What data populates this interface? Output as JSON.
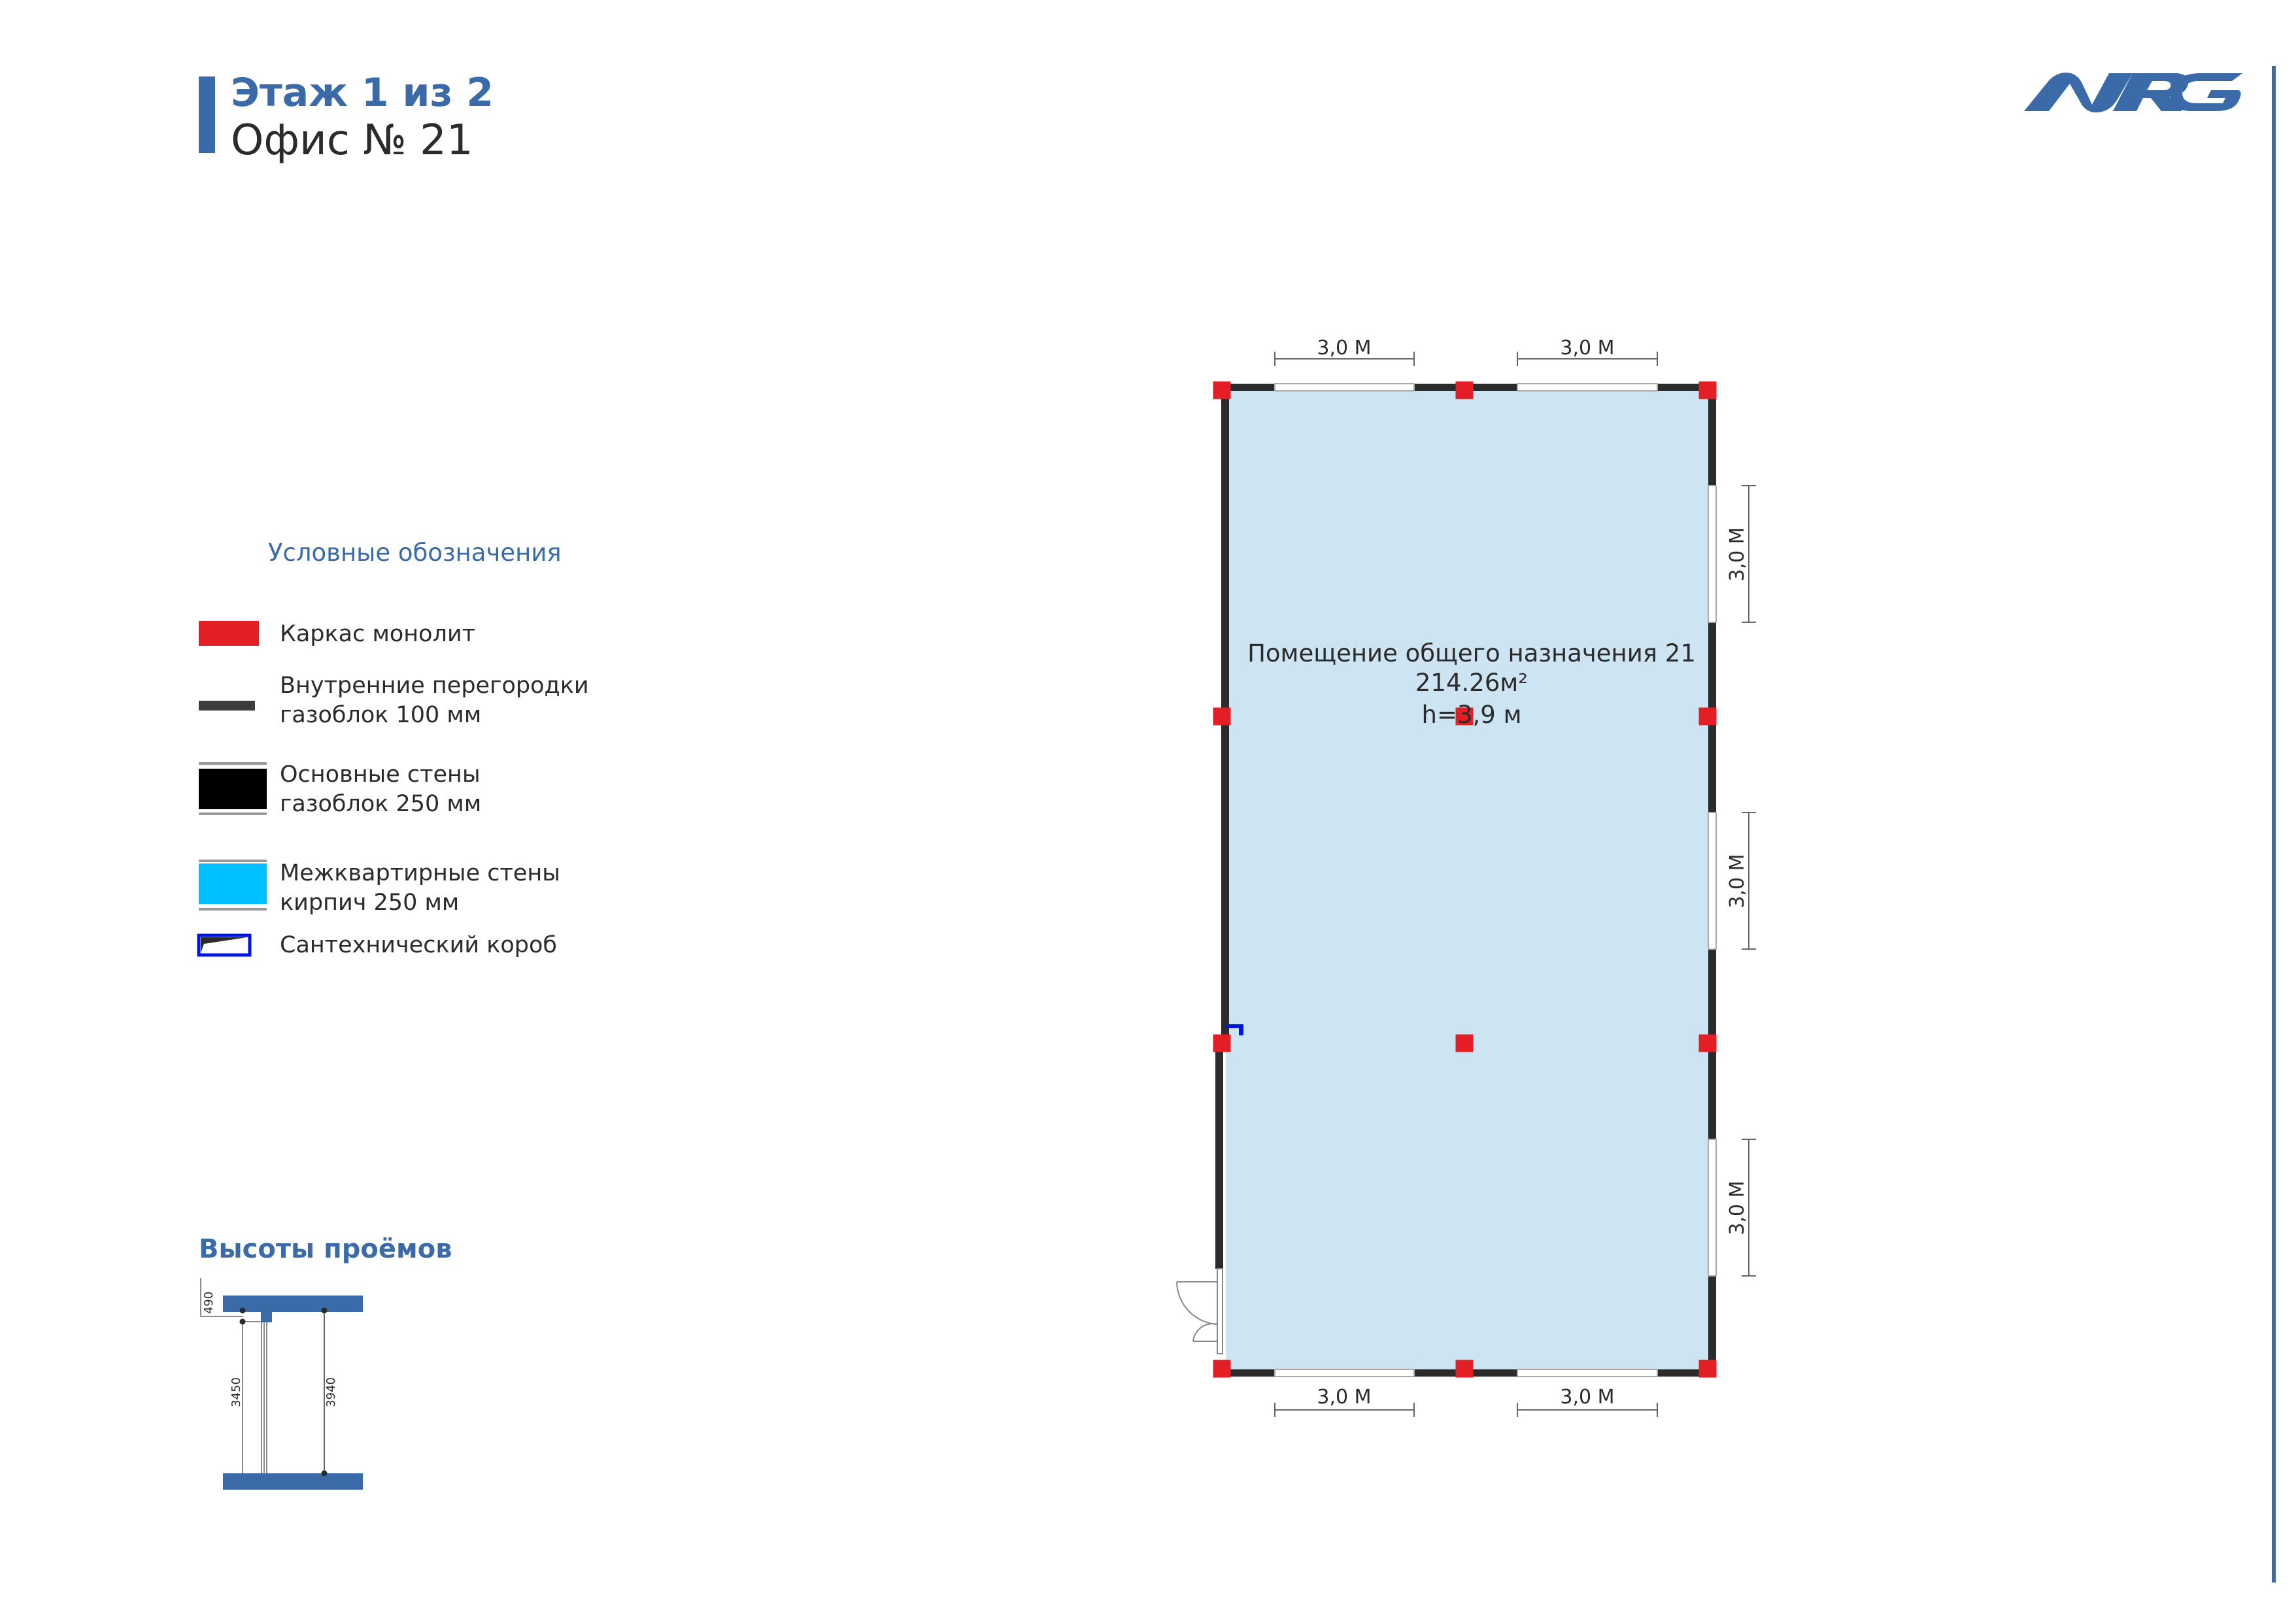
{
  "header": {
    "floor_title": "Этаж 1 из 2",
    "unit_title": "Офис № 21"
  },
  "logo": {
    "text": "NRG",
    "color": "#3a6aa8"
  },
  "colors": {
    "accent": "#3a6aa8",
    "room_fill": "#cde5f2",
    "column": "#e31e24",
    "wall": "#2b2b2b",
    "brick_wall": "#00bfff",
    "sanitary_box": "#0014e6"
  },
  "legend": {
    "title": "Условные обозначения",
    "items": [
      {
        "icon": "monolith-frame-swatch",
        "line1": "Каркас монолит",
        "line2": ""
      },
      {
        "icon": "partition-swatch",
        "line1": "Внутренние перегородки",
        "line2": "газоблок 100 мм"
      },
      {
        "icon": "main-wall-swatch",
        "line1": "Основные стены",
        "line2": "газоблок 250 мм"
      },
      {
        "icon": "interunit-wall-swatch",
        "line1": "Межквартирные стены",
        "line2": "кирпич 250 мм"
      },
      {
        "icon": "sanitary-box-swatch",
        "line1": "Сантехнический короб",
        "line2": ""
      }
    ]
  },
  "room": {
    "name": "Помещение общего назначения 21",
    "area": "214.26м²",
    "height": "h=3,9 м"
  },
  "dimensions": {
    "top": [
      "3,0 М",
      "3,0 М"
    ],
    "bottom": [
      "3,0 М",
      "3,0 М"
    ],
    "right": [
      "3,0 М",
      "3,0 М",
      "3,0 М"
    ]
  },
  "opening_heights": {
    "title": "Высоты проёмов",
    "lintel": "490",
    "opening": "3450",
    "floor_to_ceiling": "3940"
  }
}
